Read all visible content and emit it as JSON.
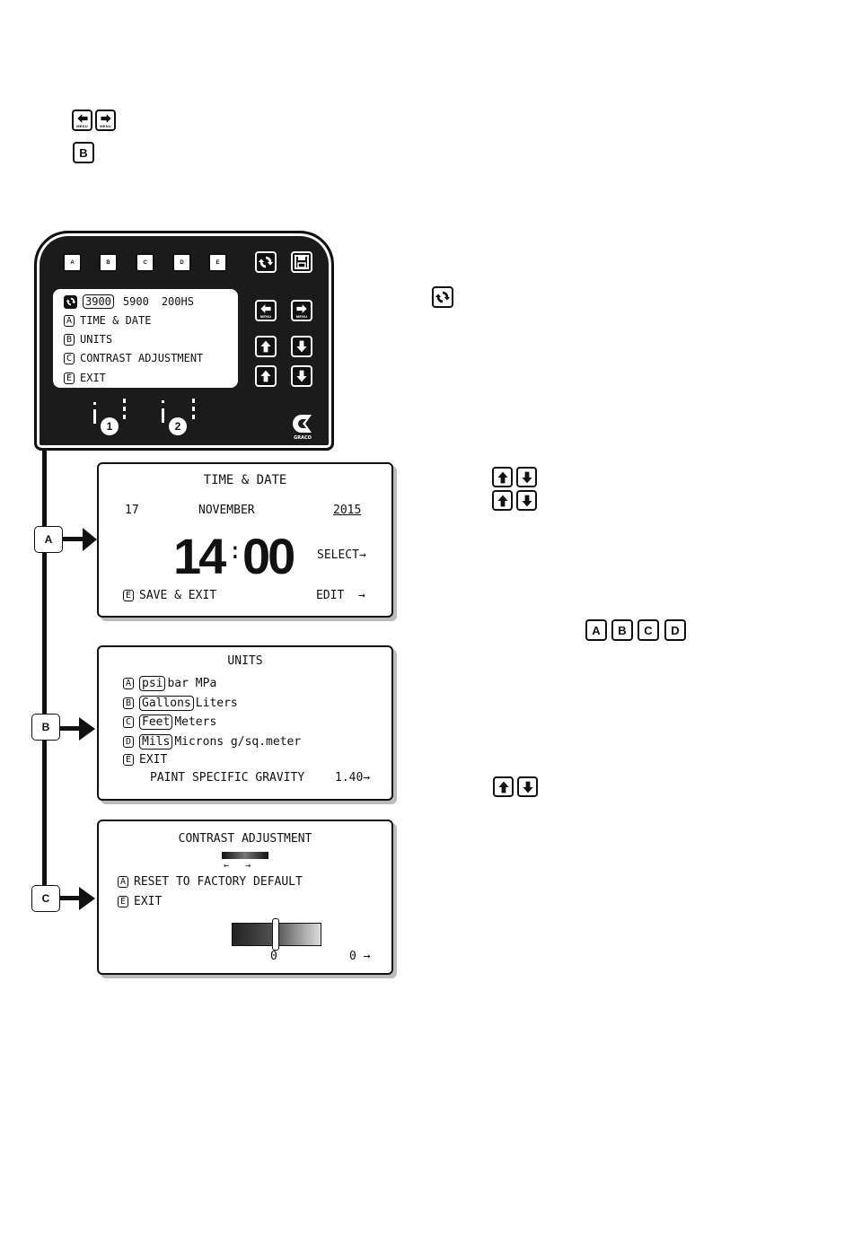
{
  "top_keys": {
    "left_arrow_sub": "MENU",
    "right_arrow_sub": "MENU",
    "b_key": "B"
  },
  "controller": {
    "keys": [
      "A",
      "B",
      "C",
      "D",
      "E"
    ],
    "screen": {
      "models": [
        "3900",
        "5900",
        "200HS"
      ],
      "items": [
        {
          "key": "A",
          "label": "TIME & DATE"
        },
        {
          "key": "B",
          "label": "UNITS"
        },
        {
          "key": "C",
          "label": "CONTRAST ADJUSTMENT"
        },
        {
          "key": "E",
          "label": "EXIT"
        }
      ]
    },
    "arrow_sub": "MENU",
    "indicators": [
      "1",
      "2"
    ],
    "brand": "GRACO"
  },
  "time_date": {
    "tab": "A",
    "title": "TIME & DATE",
    "day": "17",
    "month": "NOVEMBER",
    "year": "2015",
    "hour": "14",
    "sep": ":",
    "minute": "00",
    "select": "SELECT→",
    "save_key": "E",
    "save_label": "SAVE & EXIT",
    "edit": "EDIT  →"
  },
  "units": {
    "tab": "B",
    "title": "UNITS",
    "rows": [
      {
        "key": "A",
        "selected": "psi",
        "rest": "bar MPa"
      },
      {
        "key": "B",
        "selected": "Gallons",
        "rest": "Liters"
      },
      {
        "key": "C",
        "selected": "Feet",
        "rest": "Meters"
      },
      {
        "key": "D",
        "selected": "Mils",
        "rest": "Microns g/sq.meter"
      }
    ],
    "exit_key": "E",
    "exit_label": "EXIT",
    "gravity_label": "PAINT SPECIFIC GRAVITY",
    "gravity_value": "1.40→"
  },
  "contrast": {
    "tab": "C",
    "title": "CONTRAST ADJUSTMENT",
    "reset_key": "A",
    "reset_label": "RESET TO FACTORY DEFAULT",
    "exit_key": "E",
    "exit_label": "EXIT",
    "slider_value": "0",
    "right_value": "0 →"
  },
  "right_keys": {
    "abcd": [
      "A",
      "B",
      "C",
      "D"
    ]
  }
}
